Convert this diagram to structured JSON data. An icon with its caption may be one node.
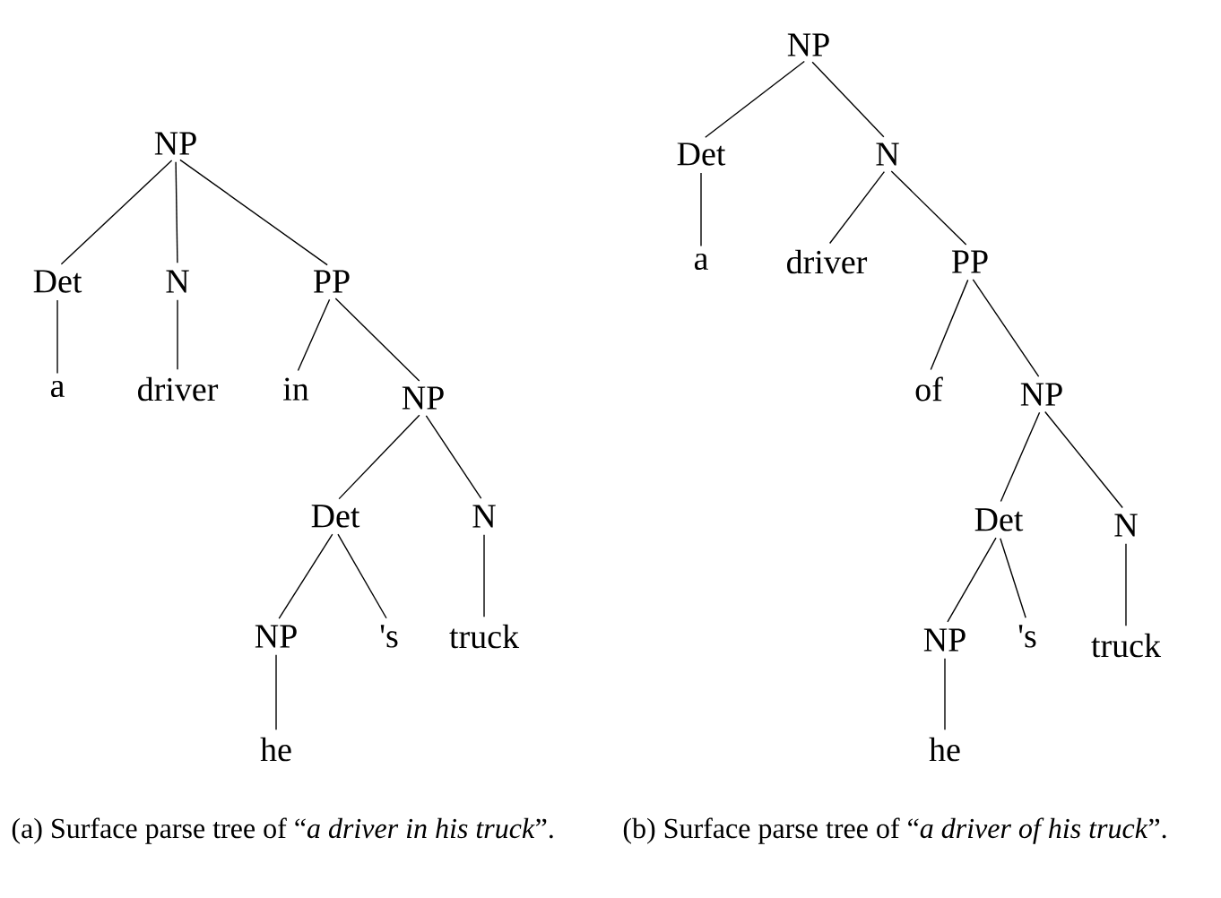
{
  "diagram": {
    "nodes": [
      {
        "text": [
          "NP"
        ]
      },
      {
        "text": [
          "Det"
        ]
      },
      {
        "text": [
          "N"
        ]
      },
      {
        "text": [
          "PP"
        ]
      },
      {
        "text": [
          "a"
        ]
      },
      {
        "text": [
          "driver"
        ]
      },
      {
        "text": [
          "in"
        ]
      },
      {
        "text": [
          "NP"
        ]
      },
      {
        "text": [
          "Det"
        ]
      },
      {
        "text": [
          "N"
        ]
      },
      {
        "text": [
          "NP"
        ]
      },
      {
        "text": [
          "'s"
        ]
      },
      {
        "text": [
          "truck"
        ]
      },
      {
        "text": [
          "he"
        ]
      },
      {
        "text": [
          "NP"
        ]
      },
      {
        "text": [
          "Det"
        ]
      },
      {
        "text": [
          "N"
        ]
      },
      {
        "text": [
          "a"
        ]
      },
      {
        "text": [
          "driver"
        ]
      },
      {
        "text": [
          "PP"
        ]
      },
      {
        "text": [
          "of"
        ]
      },
      {
        "text": [
          "NP"
        ]
      },
      {
        "text": [
          "Det"
        ]
      },
      {
        "text": [
          "N"
        ]
      },
      {
        "text": [
          "NP"
        ]
      },
      {
        "text": [
          "'s"
        ]
      },
      {
        "text": [
          "truck"
        ]
      },
      {
        "text": [
          "he"
        ]
      }
    ],
    "edges": [
      {
        "from": 0,
        "to": 1,
        "arrow": "none"
      },
      {
        "from": 0,
        "to": 2,
        "arrow": "none"
      },
      {
        "from": 0,
        "to": 3,
        "arrow": "none"
      },
      {
        "from": 1,
        "to": 4,
        "arrow": "none"
      },
      {
        "from": 2,
        "to": 5,
        "arrow": "none"
      },
      {
        "from": 3,
        "to": 6,
        "arrow": "none"
      },
      {
        "from": 3,
        "to": 7,
        "arrow": "none"
      },
      {
        "from": 7,
        "to": 8,
        "arrow": "none"
      },
      {
        "from": 7,
        "to": 9,
        "arrow": "none"
      },
      {
        "from": 8,
        "to": 10,
        "arrow": "none"
      },
      {
        "from": 8,
        "to": 11,
        "arrow": "none"
      },
      {
        "from": 9,
        "to": 12,
        "arrow": "none"
      },
      {
        "from": 10,
        "to": 13,
        "arrow": "none"
      },
      {
        "from": 14,
        "to": 15,
        "arrow": "none"
      },
      {
        "from": 14,
        "to": 16,
        "arrow": "none"
      },
      {
        "from": 15,
        "to": 17,
        "arrow": "none"
      },
      {
        "from": 16,
        "to": 18,
        "arrow": "none"
      },
      {
        "from": 16,
        "to": 19,
        "arrow": "none"
      },
      {
        "from": 19,
        "to": 20,
        "arrow": "none"
      },
      {
        "from": 19,
        "to": 21,
        "arrow": "none"
      },
      {
        "from": 21,
        "to": 22,
        "arrow": "none"
      },
      {
        "from": 21,
        "to": 23,
        "arrow": "none"
      },
      {
        "from": 22,
        "to": 24,
        "arrow": "none"
      },
      {
        "from": 22,
        "to": 25,
        "arrow": "none"
      },
      {
        "from": 23,
        "to": 26,
        "arrow": "none"
      },
      {
        "from": 24,
        "to": 27,
        "arrow": "none"
      }
    ],
    "labels": [
      "(a) Surface parse tree of “*a driver in his truck*”.",
      "(b) Surface parse tree of “*a driver of his truck*”."
    ]
  }
}
